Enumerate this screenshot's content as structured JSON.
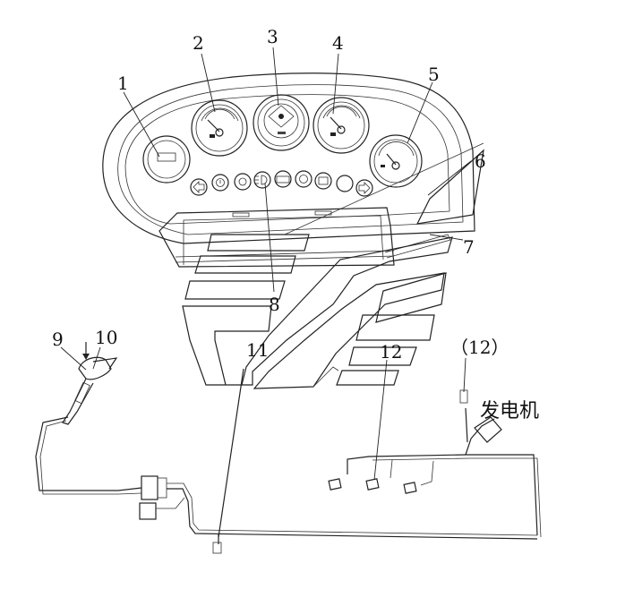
{
  "callouts": {
    "c1": "1",
    "c2": "2",
    "c3": "3",
    "c4": "4",
    "c5": "5",
    "c6": "6",
    "c7": "7",
    "c8": "8",
    "c9": "9",
    "c10": "10",
    "c11": "11",
    "c12": "12",
    "c12_paren": "（12）"
  },
  "labels": {
    "generator": "发电机"
  }
}
